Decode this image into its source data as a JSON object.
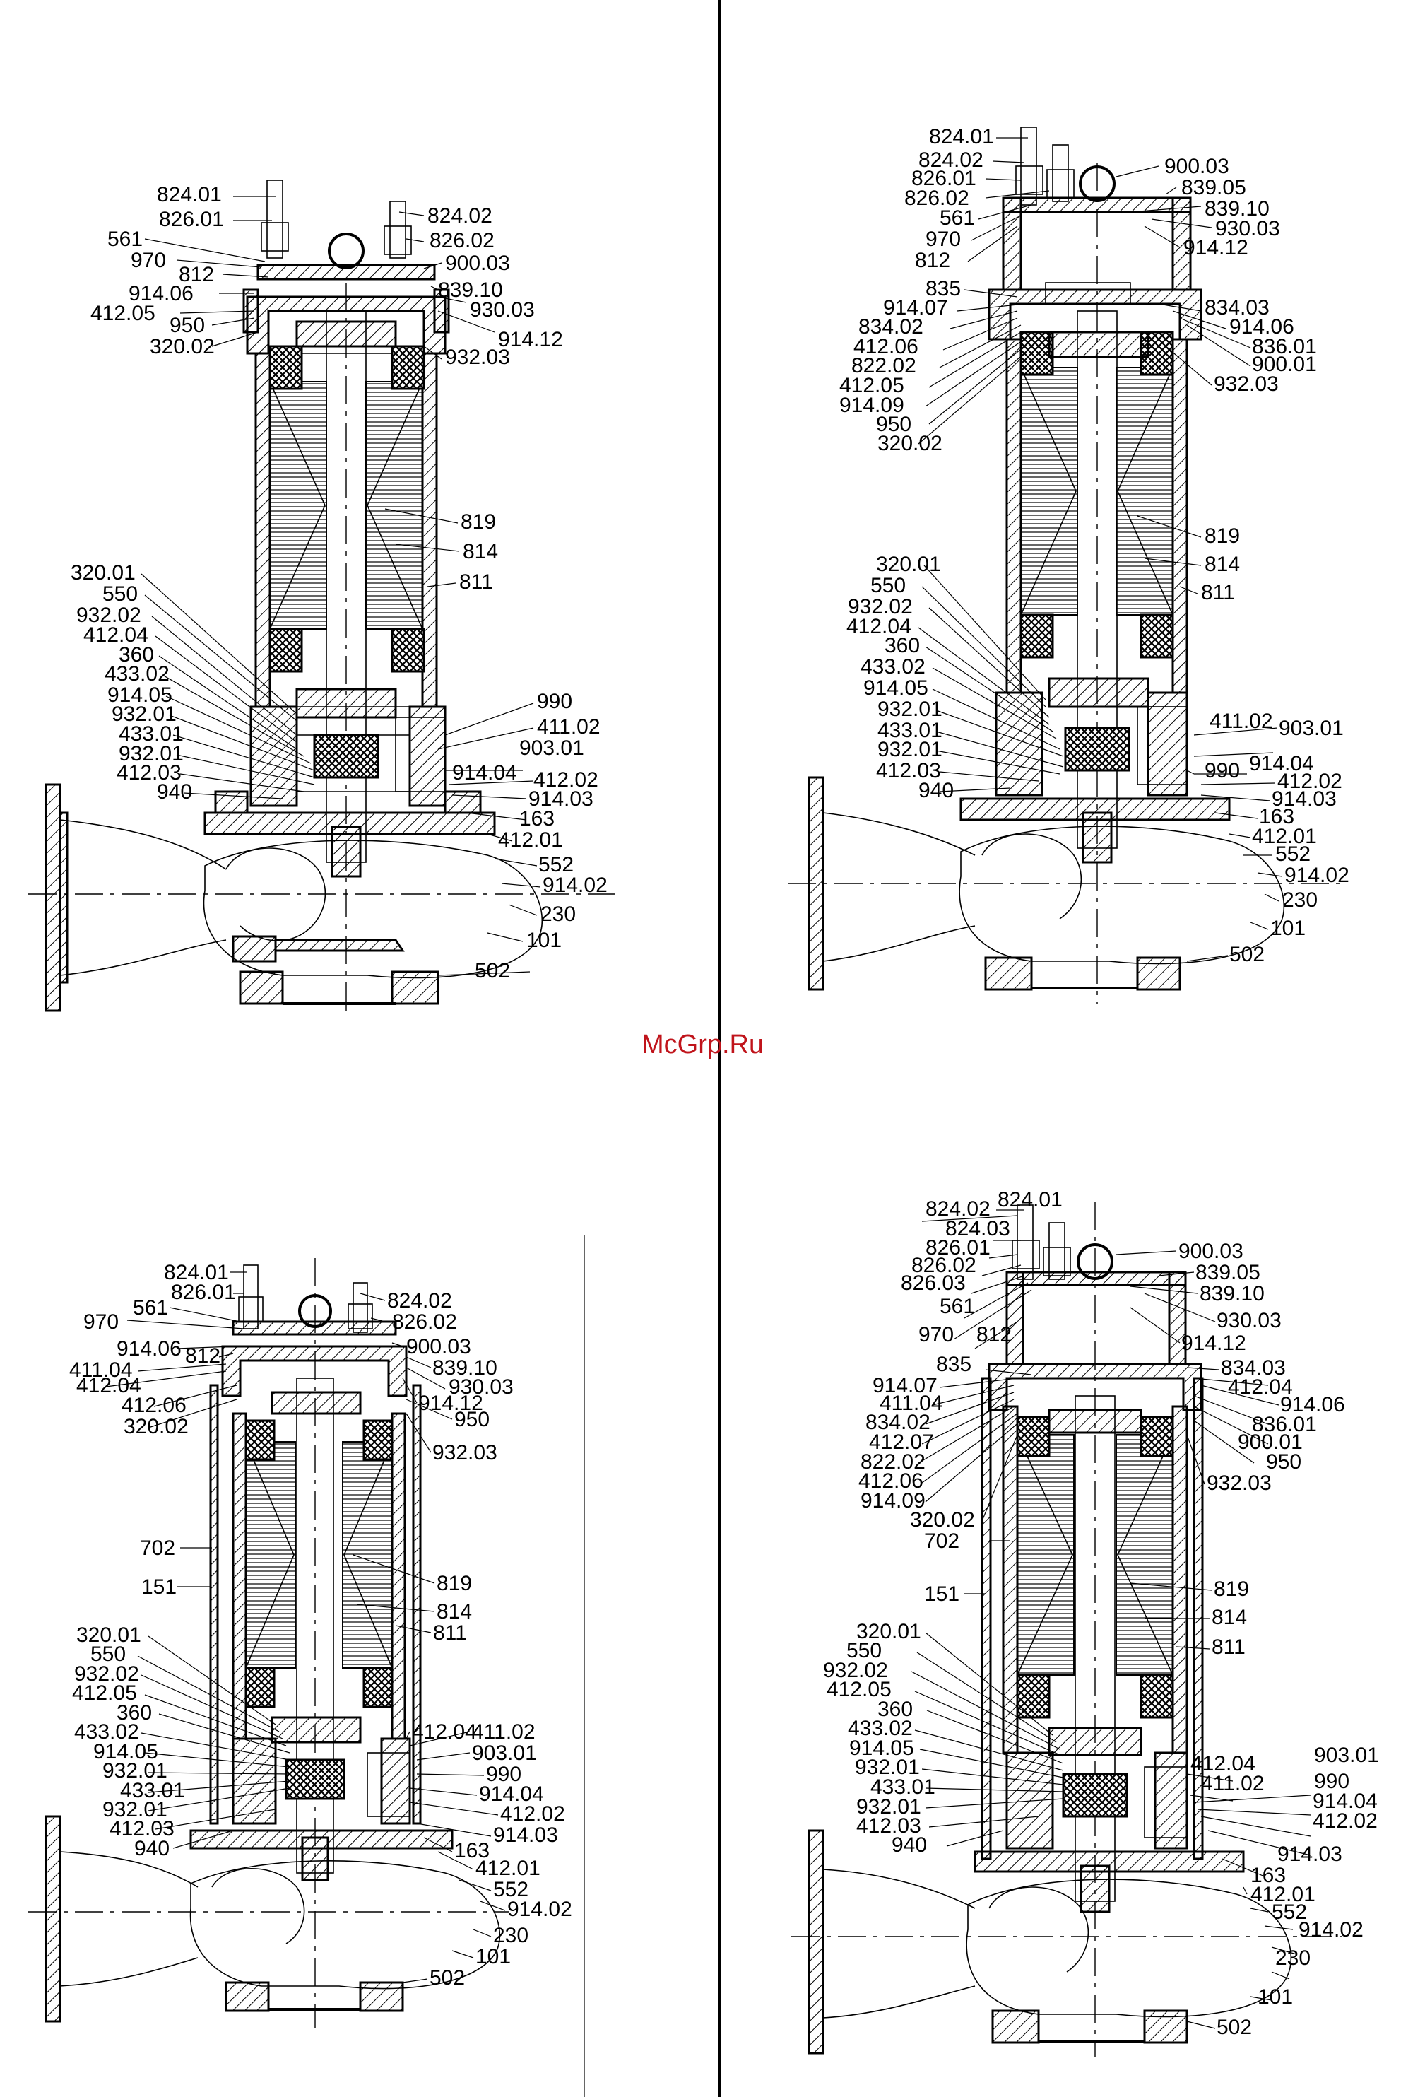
{
  "watermark": "McGrp.Ru",
  "drawings": [
    {
      "id": "top-left",
      "labels": [
        "824.01",
        "826.01",
        "561",
        "970",
        "812",
        "914.06",
        "412.05",
        "950",
        "320.02",
        "824.02",
        "826.02",
        "900.03",
        "839.10",
        "930.03",
        "914.12",
        "932.03",
        "819",
        "814",
        "811",
        "320.01",
        "550",
        "932.02",
        "412.04",
        "360",
        "433.02",
        "914.05",
        "932.01",
        "433.01",
        "932.01",
        "412.03",
        "940",
        "990",
        "411.02",
        "903.01",
        "914.04",
        "412.02",
        "914.03",
        "163",
        "412.01",
        "552",
        "914.02",
        "230",
        "101",
        "502"
      ]
    },
    {
      "id": "top-right",
      "labels": [
        "824.01",
        "824.02",
        "826.01",
        "826.02",
        "561",
        "970",
        "812",
        "900.03",
        "839.05",
        "839.10",
        "930.03",
        "914.12",
        "835",
        "914.07",
        "834.02",
        "412.06",
        "822.02",
        "412.05",
        "914.09",
        "950",
        "320.02",
        "834.03",
        "914.06",
        "836.01",
        "900.01",
        "932.03",
        "819",
        "814",
        "811",
        "320.01",
        "550",
        "932.02",
        "412.04",
        "360",
        "433.02",
        "914.05",
        "932.01",
        "433.01",
        "932.01",
        "412.03",
        "940",
        "411.02",
        "903.01",
        "990",
        "914.04",
        "412.02",
        "914.03",
        "163",
        "412.01",
        "552",
        "914.02",
        "230",
        "101",
        "502"
      ]
    },
    {
      "id": "bottom-left",
      "labels": [
        "824.01",
        "826.01",
        "561",
        "970",
        "914.06",
        "812",
        "411.04",
        "412.04",
        "412.06",
        "320.02",
        "824.02",
        "826.02",
        "900.03",
        "839.10",
        "930.03",
        "914.12",
        "950",
        "932.03",
        "702",
        "151",
        "819",
        "814",
        "811",
        "320.01",
        "550",
        "932.02",
        "412.05",
        "360",
        "433.02",
        "914.05",
        "932.01",
        "433.01",
        "932.01",
        "412.03",
        "940",
        "412.04",
        "411.02",
        "903.01",
        "990",
        "914.04",
        "412.02",
        "914.03",
        "163",
        "412.01",
        "552",
        "914.02",
        "230",
        "101",
        "502"
      ]
    },
    {
      "id": "bottom-right",
      "labels": [
        "824.02",
        "824.01",
        "824.03",
        "826.01",
        "826.02",
        "826.03",
        "561",
        "970",
        "812",
        "900.03",
        "839.05",
        "839.10",
        "930.03",
        "914.12",
        "835",
        "914.07",
        "411.04",
        "834.02",
        "412.07",
        "822.02",
        "412.06",
        "914.09",
        "320.02",
        "834.03",
        "412.04",
        "914.06",
        "836.01",
        "900.01",
        "950",
        "932.03",
        "702",
        "151",
        "819",
        "814",
        "811",
        "320.01",
        "550",
        "932.02",
        "412.05",
        "360",
        "433.02",
        "914.05",
        "932.01",
        "433.01",
        "932.01",
        "412.03",
        "940",
        "412.04",
        "411.02",
        "903.01",
        "990",
        "914.04",
        "412.02",
        "914.03",
        "163",
        "412.01",
        "552",
        "914.02",
        "230",
        "101",
        "502"
      ]
    }
  ]
}
